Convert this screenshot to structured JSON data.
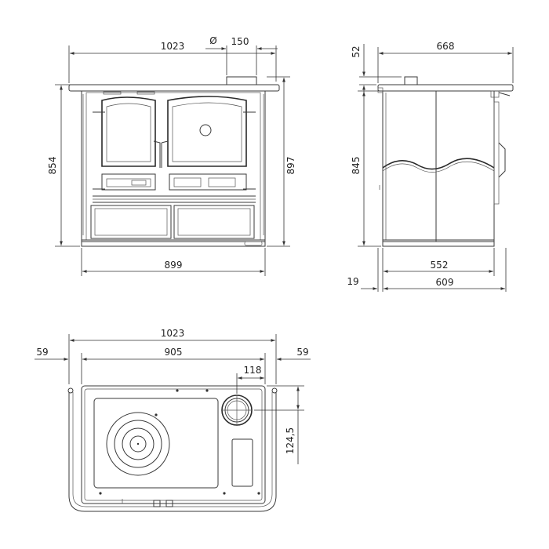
{
  "dimensions": {
    "front_top_width": "1023",
    "flue_diameter_symbol": "Ø",
    "flue_diameter": "150",
    "front_height": "854",
    "front_total_height": "897",
    "front_base_width": "899",
    "side_top_offset": "52",
    "side_depth": "668",
    "side_height": "845",
    "side_body_depth": "552",
    "side_front_offset": "19",
    "side_base_depth": "609",
    "plan_total_width": "1023",
    "plan_inner_width": "905",
    "plan_left_margin": "59",
    "plan_right_margin": "59",
    "plan_flue_offset_x": "118",
    "plan_flue_offset_y": "124,5"
  }
}
